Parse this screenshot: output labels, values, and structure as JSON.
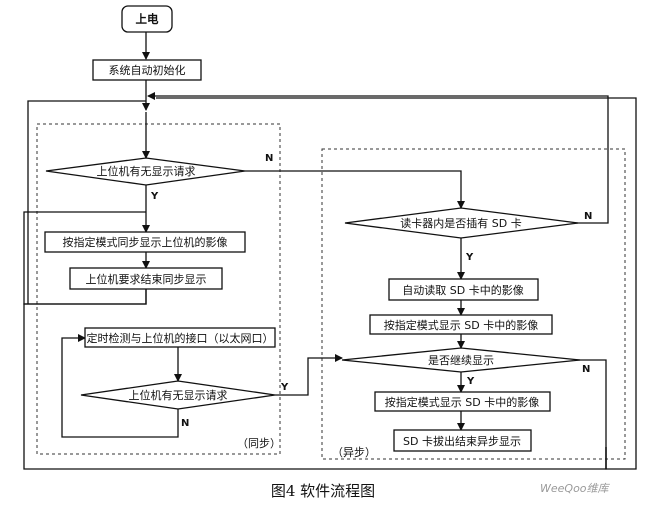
{
  "nodes": {
    "power_on": "上电",
    "auto_init": "系统自动初始化",
    "host_request_1": "上位机有无显示请求",
    "sync_display": "按指定模式同步显示上位机的影像",
    "host_end_sync": "上位机要求结束同步显示",
    "timed_check": "定时检测与上位机的接口（以太网口）",
    "host_request_2": "上位机有无显示请求",
    "sd_inserted": "读卡器内是否插有 SD 卡",
    "read_sd": "自动读取 SD 卡中的影像",
    "show_sd_1": "按指定模式显示 SD 卡中的影像",
    "continue_q": "是否继续显示",
    "show_sd_2": "按指定模式显示 SD 卡中的影像",
    "sd_removed": "SD 卡拔出结束异步显示"
  },
  "labels": {
    "yes": "Y",
    "no": "N",
    "sync_region": "（同步）",
    "async_region": "（异步）"
  },
  "caption": "图4  软件流程图",
  "watermark": "WeeQoo维库"
}
